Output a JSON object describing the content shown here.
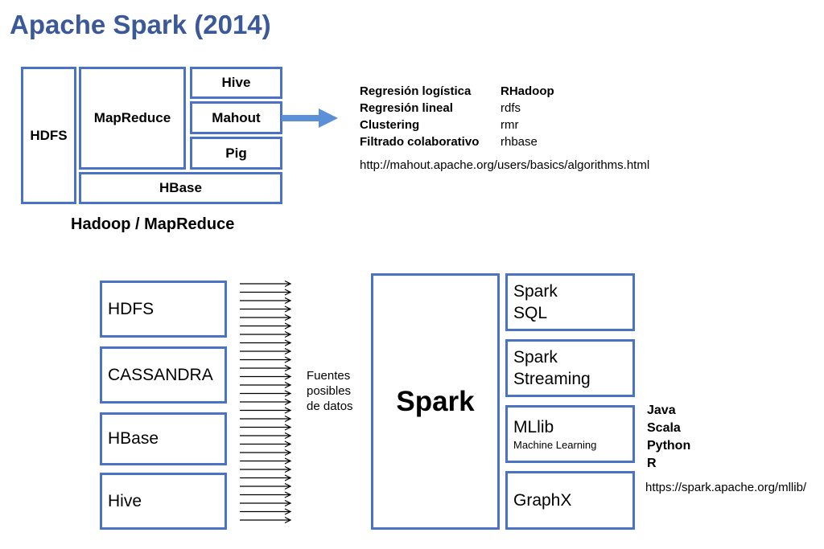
{
  "title": "Apache Spark (2014)",
  "hadoop": {
    "hdfs": "HDFS",
    "mapreduce": "MapReduce",
    "hive": "Hive",
    "mahout": "Mahout",
    "pig": "Pig",
    "hbase": "HBase",
    "caption": "Hadoop / MapReduce"
  },
  "algorithms": [
    {
      "name": "Regresión logística",
      "package": "RHadoop"
    },
    {
      "name": "Regresión lineal",
      "package": "rdfs"
    },
    {
      "name": "Clustering",
      "package": "rmr"
    },
    {
      "name": "Filtrado colaborativo",
      "package": "rhbase"
    }
  ],
  "mahout_url": "http://mahout.apache.org/users/basics/algorithms.html",
  "sources": [
    "HDFS",
    "CASSANDRA",
    "HBase",
    "Hive"
  ],
  "sources_caption": [
    "Fuentes",
    "posibles",
    "de datos"
  ],
  "spark": {
    "label": "Spark",
    "modules": [
      {
        "lines": [
          "Spark",
          "SQL"
        ],
        "sub": ""
      },
      {
        "lines": [
          "Spark",
          "Streaming"
        ],
        "sub": ""
      },
      {
        "lines": [
          "MLlib"
        ],
        "sub": "Machine Learning"
      },
      {
        "lines": [
          "GraphX"
        ],
        "sub": ""
      }
    ]
  },
  "languages": [
    "Java",
    "Scala",
    "Python",
    "R"
  ],
  "mllib_url": "https://spark.apache.org/mllib/",
  "colors": {
    "accent": "#4a73c5",
    "title": "#3b5898",
    "arrow": "#5b8fd6"
  }
}
